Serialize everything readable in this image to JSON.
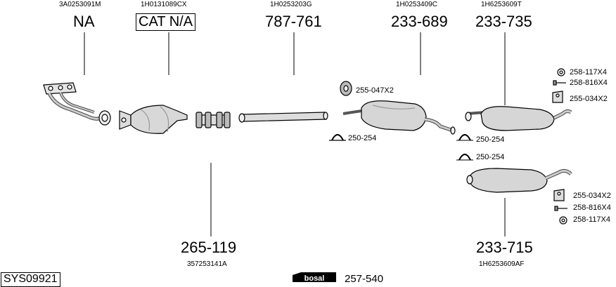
{
  "sheet": {
    "id": "SYS09921",
    "brand": "bosal",
    "brand_part": "257-540"
  },
  "parts": [
    {
      "key": "downpipe",
      "oe": "3A0253091M",
      "number": "NA"
    },
    {
      "key": "catalyst",
      "oe": "1H0131089CX",
      "number": "CAT N/A"
    },
    {
      "key": "front-pipe",
      "oe": "1H0253203G",
      "number": "787-761"
    },
    {
      "key": "middle-silencer",
      "oe": "1H0253409C",
      "number": "233-689"
    },
    {
      "key": "rear-silencer-upper",
      "oe": "1H6253609T",
      "number": "233-735"
    },
    {
      "key": "connector",
      "oe": "357253141A",
      "number": "265-119"
    },
    {
      "key": "rear-silencer-lower",
      "oe": "1H6253609AF",
      "number": "233-715"
    }
  ],
  "fittings": [
    {
      "key": "ring-upper",
      "label": "258-117X4"
    },
    {
      "key": "bolt-upper",
      "label": "258-816X4"
    },
    {
      "key": "hanger-upper",
      "label": "255-034X2"
    },
    {
      "key": "mount-middle",
      "label": "255-047X2"
    },
    {
      "key": "clamp-middle",
      "label": "250-254"
    },
    {
      "key": "clamp-upper-rear",
      "label": "250-254"
    },
    {
      "key": "clamp-lower-rear",
      "label": "250-254"
    },
    {
      "key": "hanger-lower",
      "label": "255-034X2"
    },
    {
      "key": "bolt-lower",
      "label": "258-816X4"
    },
    {
      "key": "ring-lower",
      "label": "258-117X4"
    }
  ]
}
